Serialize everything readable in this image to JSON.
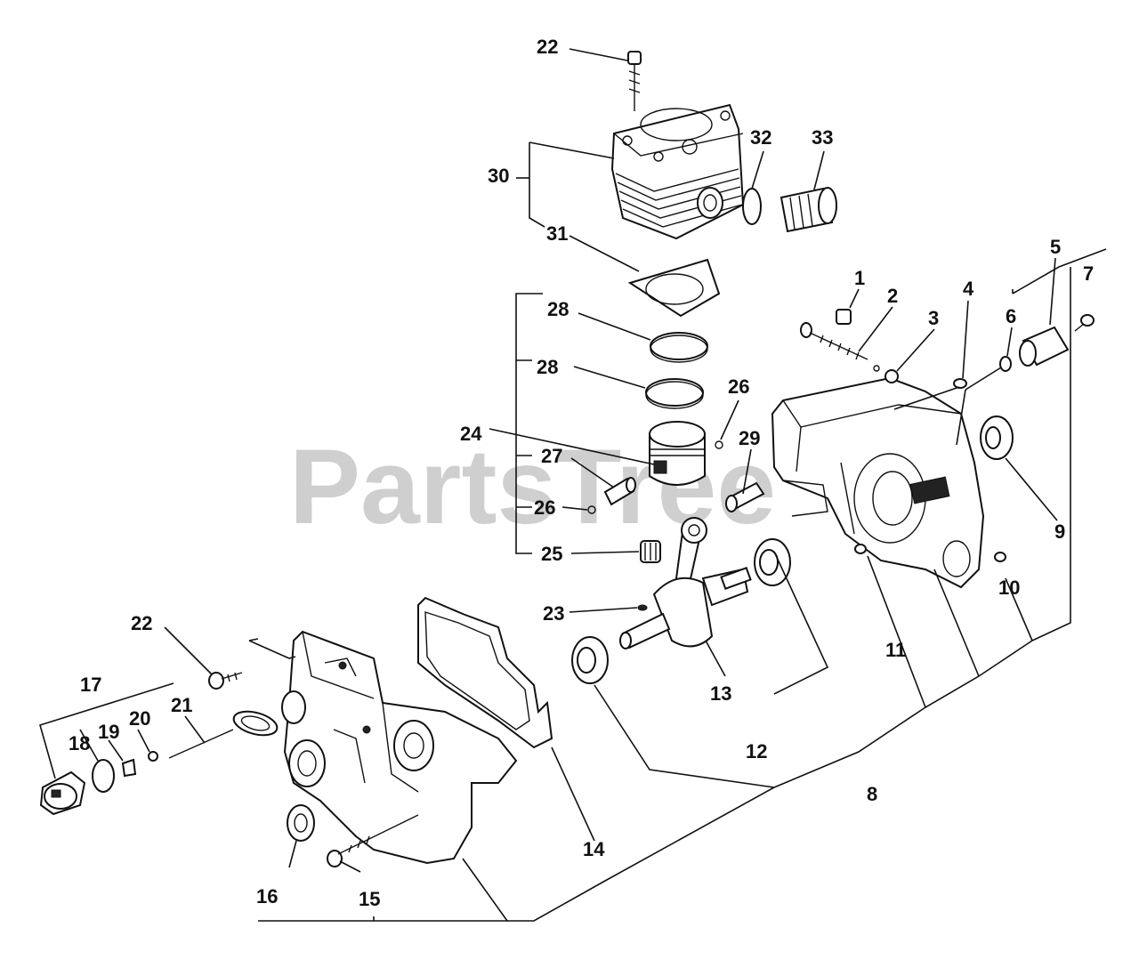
{
  "watermark": "PartsTree",
  "callouts": {
    "c1": "1",
    "c2": "2",
    "c3": "3",
    "c4": "4",
    "c5": "5",
    "c6": "6",
    "c7": "7",
    "c8": "8",
    "c9": "9",
    "c10": "10",
    "c11": "11",
    "c12": "12",
    "c13": "13",
    "c14": "14",
    "c15": "15",
    "c16": "16",
    "c17": "17",
    "c18": "18",
    "c19": "19",
    "c20": "20",
    "c21": "21",
    "c22a": "22",
    "c22b": "22",
    "c23": "23",
    "c24": "24",
    "c25": "25",
    "c26a": "26",
    "c26b": "26",
    "c27": "27",
    "c28a": "28",
    "c28b": "28",
    "c29": "29",
    "c30": "30",
    "c31": "31",
    "c32": "32",
    "c33": "33"
  }
}
